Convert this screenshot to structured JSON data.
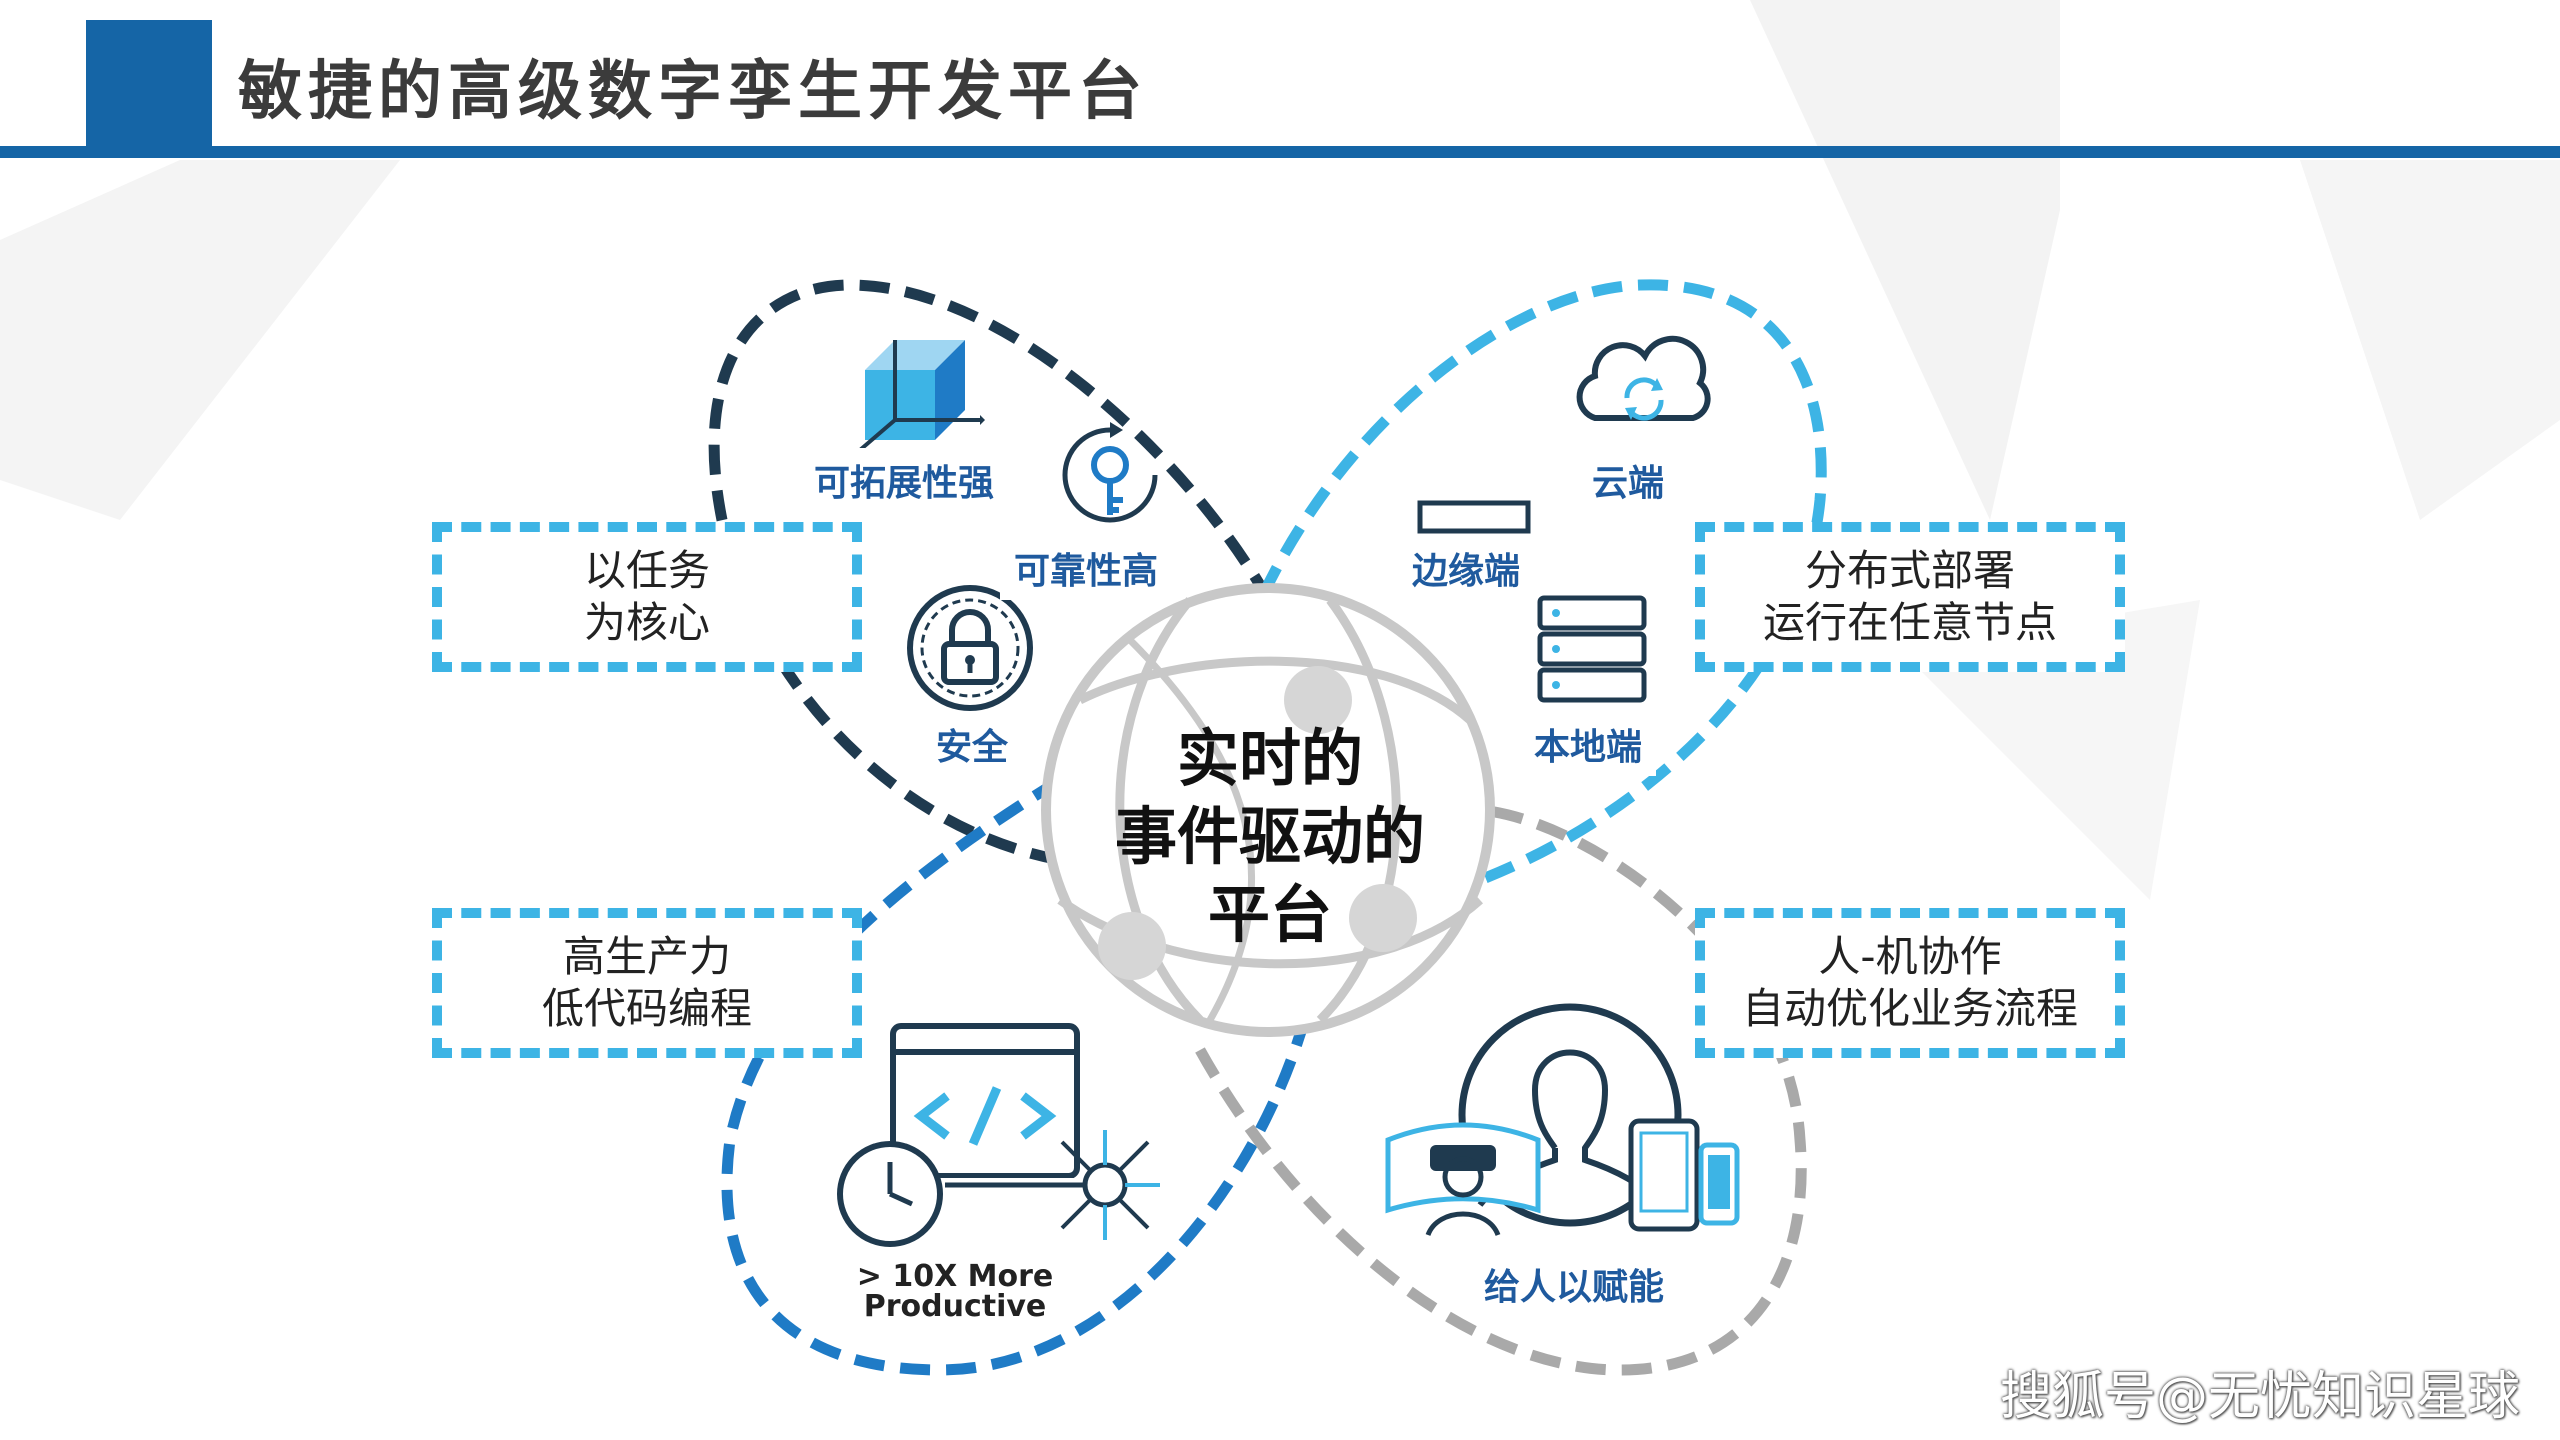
{
  "header": {
    "title": "敏捷的高级数字孪生开发平台"
  },
  "center": {
    "line1": "实时的",
    "line2": "事件驱动的",
    "line3": "平台"
  },
  "tags": {
    "mission": {
      "line1": "以任务",
      "line2": "为核心"
    },
    "productivity": {
      "line1": "高生产力",
      "line2": "低代码编程"
    },
    "distributed": {
      "line1": "分布式部署",
      "line2": "运行在任意节点"
    },
    "collab": {
      "line1": "人-机协作",
      "line2": "自动优化业务流程"
    }
  },
  "icon_labels": {
    "scalable": "可拓展性强",
    "reliable": "可靠性高",
    "security": "安全",
    "cloud": "云端",
    "edge": "边缘端",
    "local": "本地端",
    "empower": "给人以赋能"
  },
  "productive": {
    "line1": "> 10X More",
    "line2": "Productive"
  },
  "watermark": "搜狐号@无忧知识星球",
  "colors": {
    "brand_blue": "#1565a6",
    "light_blue": "#3db4e5",
    "mid_blue": "#1f7bc6",
    "dark_navy": "#1f3a4f",
    "gray": "#a9a9a9"
  },
  "icons": [
    "cube-icon",
    "key-clock-icon",
    "lock-icon",
    "cloud-sync-icon",
    "edge-device-icon",
    "server-icon",
    "code-window-icon",
    "clock-icon",
    "network-node-icon",
    "vr-headset-icon",
    "person-icon",
    "devices-icon",
    "globe-icon"
  ]
}
